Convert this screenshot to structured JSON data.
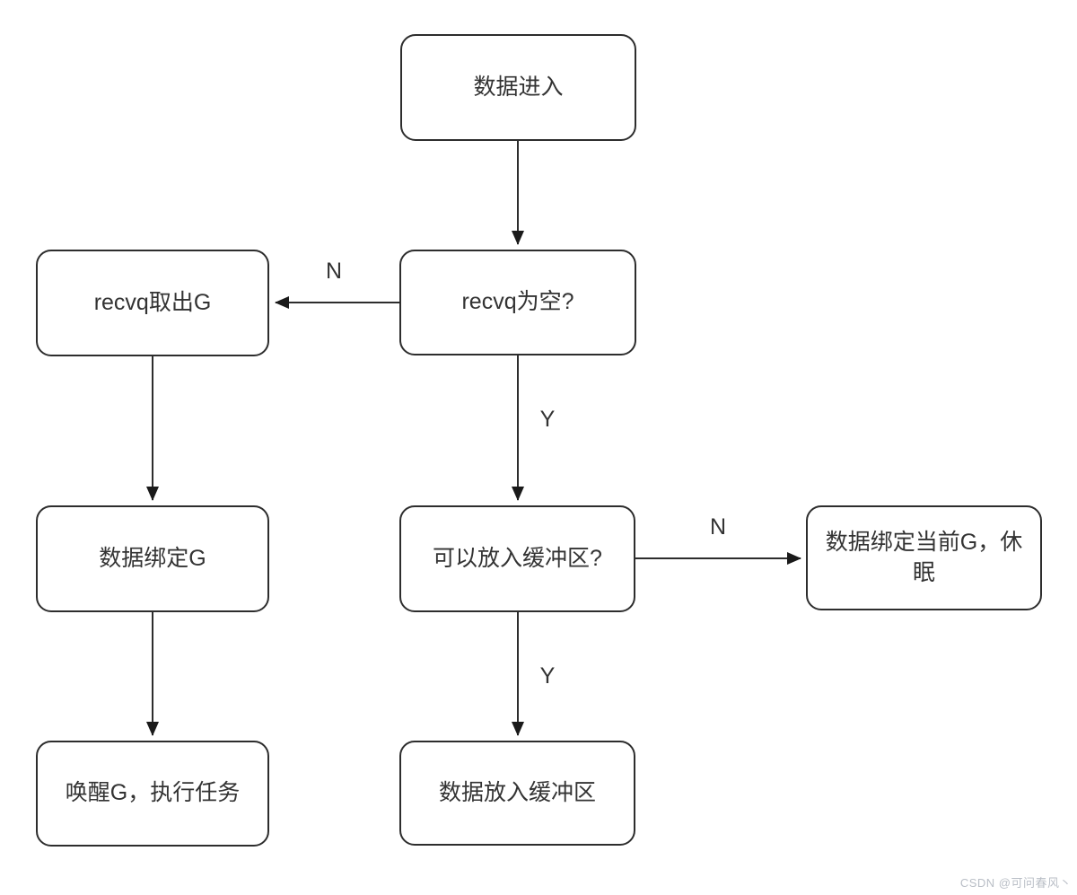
{
  "page": {
    "background": "#ffffff",
    "stroke_color": "#2d2d2d",
    "text_color": "#333333",
    "watermark_color": "#b9bec6"
  },
  "diagram": {
    "nodes": [
      {
        "id": "data-enter",
        "label": "数据进入"
      },
      {
        "id": "recvq-take-g",
        "label": "recvq取出G"
      },
      {
        "id": "recvq-empty",
        "label": "recvq为空?"
      },
      {
        "id": "data-bind-g",
        "label": "数据绑定G"
      },
      {
        "id": "can-put-buffer",
        "label": "可以放入缓冲区?"
      },
      {
        "id": "bind-current-g-sleep",
        "label": "数据绑定当前G，休眠"
      },
      {
        "id": "wake-g-run-task",
        "label": "唤醒G，执行任务"
      },
      {
        "id": "data-into-buffer",
        "label": "数据放入缓冲区"
      }
    ],
    "edges": [
      {
        "from": "data-enter",
        "to": "recvq-empty",
        "label": ""
      },
      {
        "from": "recvq-empty",
        "to": "recvq-take-g",
        "label": "N"
      },
      {
        "from": "recvq-empty",
        "to": "can-put-buffer",
        "label": "Y"
      },
      {
        "from": "recvq-take-g",
        "to": "data-bind-g",
        "label": ""
      },
      {
        "from": "data-bind-g",
        "to": "wake-g-run-task",
        "label": ""
      },
      {
        "from": "can-put-buffer",
        "to": "bind-current-g-sleep",
        "label": "N"
      },
      {
        "from": "can-put-buffer",
        "to": "data-into-buffer",
        "label": "Y"
      }
    ]
  },
  "watermark": {
    "text": "CSDN @可问春风丶"
  }
}
